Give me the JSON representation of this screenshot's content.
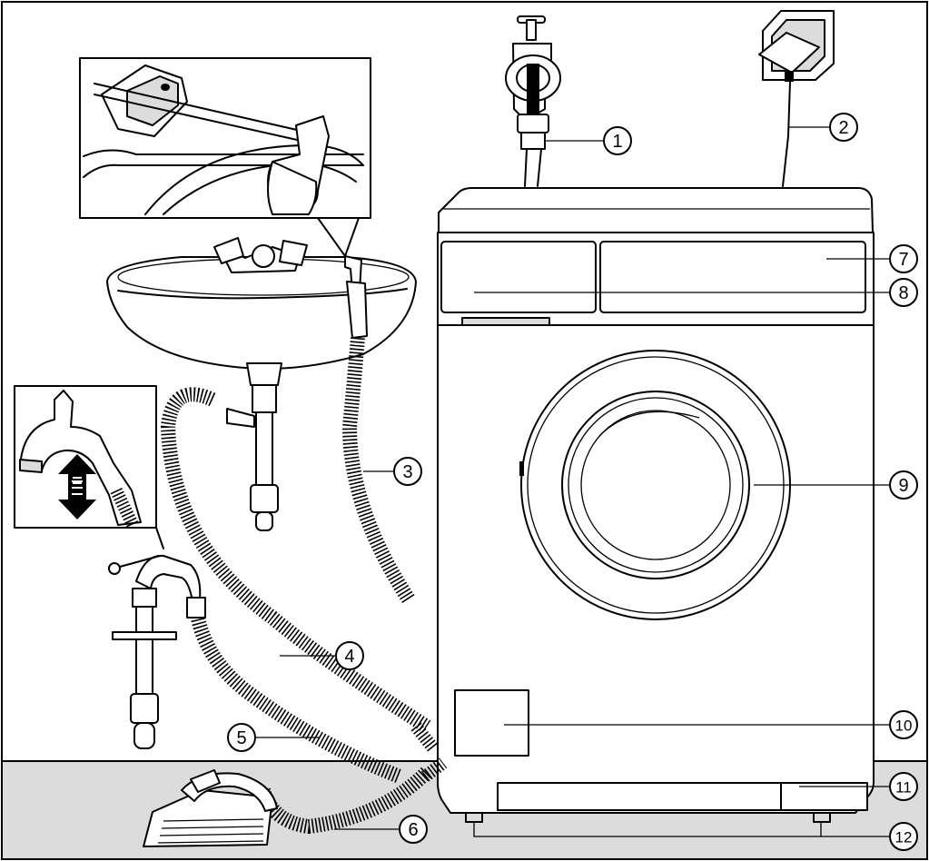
{
  "callouts": [
    {
      "id": "1",
      "label": "1"
    },
    {
      "id": "2",
      "label": "2"
    },
    {
      "id": "3",
      "label": "3"
    },
    {
      "id": "4",
      "label": "4"
    },
    {
      "id": "5",
      "label": "5"
    },
    {
      "id": "6",
      "label": "6"
    },
    {
      "id": "7",
      "label": "7"
    },
    {
      "id": "8",
      "label": "8"
    },
    {
      "id": "9",
      "label": "9"
    },
    {
      "id": "10",
      "label": "10"
    },
    {
      "id": "11",
      "label": "11"
    },
    {
      "id": "12",
      "label": "12"
    }
  ],
  "colors": {
    "line": "#000000",
    "floor": "#dcdcdc",
    "background": "#ffffff"
  },
  "icons": [
    "water-tap-icon",
    "power-socket-icon",
    "washbasin-icon",
    "siphon-icon",
    "floor-drain-icon",
    "up-down-arrow-icon",
    "washing-machine-icon"
  ]
}
